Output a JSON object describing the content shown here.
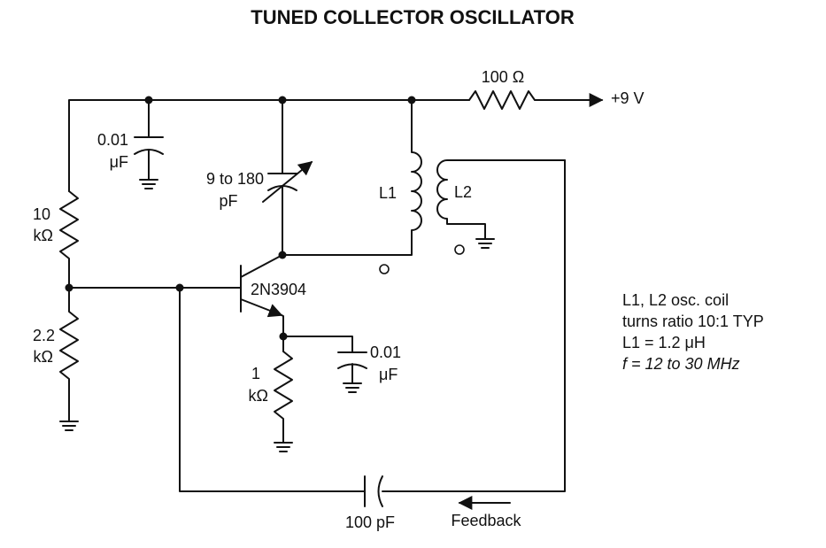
{
  "title": "TUNED COLLECTOR OSCILLATOR",
  "components": {
    "r_supply": {
      "value": "100 Ω"
    },
    "supply": {
      "label": "+9 V"
    },
    "c_bypass": {
      "line1": "0.01",
      "line2": "μF"
    },
    "c_var": {
      "line1": "9 to 180",
      "line2": "pF"
    },
    "l1": {
      "label": "L1"
    },
    "l2": {
      "label": "L2"
    },
    "r_top": {
      "line1": "10",
      "line2": "kΩ"
    },
    "r_bottom": {
      "line1": "2.2",
      "line2": "kΩ"
    },
    "transistor": {
      "label": "2N3904"
    },
    "r_emitter": {
      "line1": "1",
      "line2": "kΩ"
    },
    "c_emitter": {
      "line1": "0.01",
      "line2": "μF"
    },
    "c_feedback": {
      "value": "100 pF"
    },
    "feedback": {
      "label": "Feedback"
    }
  },
  "notes": [
    "L1, L2 osc. coil",
    "turns ratio 10:1 TYP",
    "L1 = 1.2 μH",
    "f = 12 to 30 MHz"
  ]
}
